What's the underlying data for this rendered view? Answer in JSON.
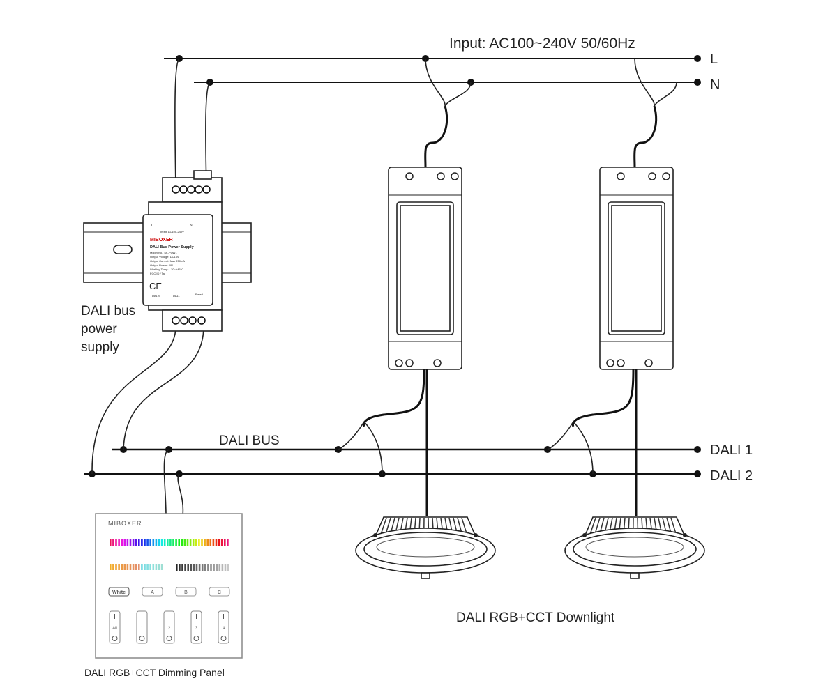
{
  "input_label": "Input: AC100~240V  50/60Hz",
  "lines": {
    "L": "L",
    "N": "N",
    "dali1": "DALI 1",
    "dali2": "DALI 2",
    "bus": "DALI BUS"
  },
  "power_supply": {
    "caption": [
      "DALI bus",
      "power",
      "supply"
    ],
    "brand": "MIBOXER",
    "title": "DALI Bus Power Supply",
    "terminals_top": [
      "L",
      "N"
    ],
    "input_rating": "Input: AC100-240V",
    "specs": [
      "Model No.: DL-POW1",
      "Output Voltage: DC16V",
      "Output Current: Max 250mA",
      "Output Power: 4W",
      "Working Temp.: -20~+45°C",
      "FCC ID / Ta"
    ],
    "terminals_bottom": [
      "DA1 S",
      "DA11",
      "Rated"
    ]
  },
  "downlight_caption": "DALI RGB+CCT Downlight",
  "panel": {
    "caption": "DALI RGB+CCT Dimming Panel",
    "brand": "MIBOXER",
    "buttons": [
      "White",
      "A",
      "B",
      "C"
    ],
    "zones": [
      "All",
      "1",
      "2",
      "3",
      "4"
    ]
  }
}
